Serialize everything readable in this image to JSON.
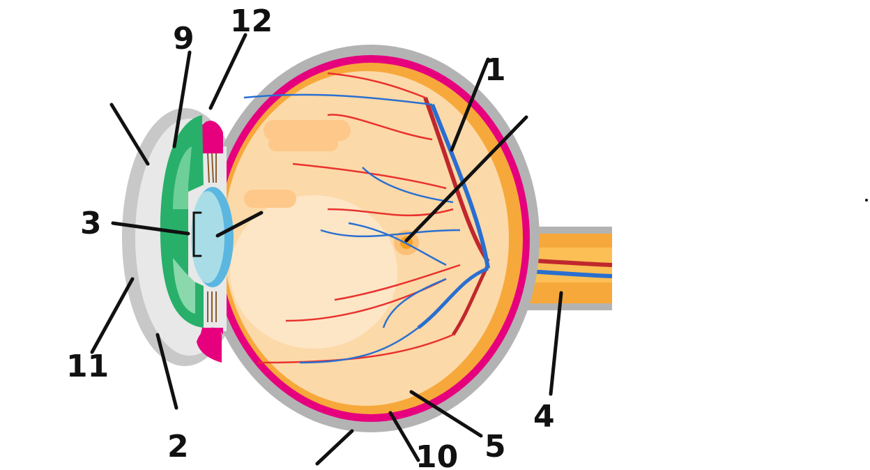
{
  "title": "Eye anatomy diagram with numbered labels",
  "labels": {
    "l1": "1",
    "l2": "2",
    "l3": "3",
    "l4": "4",
    "l5": "5",
    "l9": "9",
    "l10": "10",
    "l11": "11",
    "l12": "12"
  },
  "colors": {
    "sclera": "#b3b3b3",
    "choroid": "#e6007e",
    "retina": "#f7a83a",
    "vitreous": "#fcd9a8",
    "iris": "#28b06a",
    "lens": "#a8dde8",
    "artery": "#e8322e",
    "vein": "#2a6fd0"
  }
}
